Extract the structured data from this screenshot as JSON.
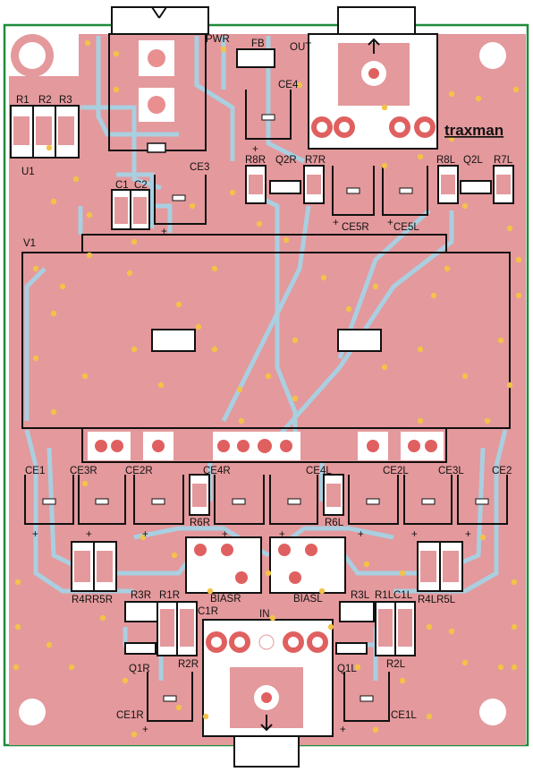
{
  "colors": {
    "board_outline": "#1e8c3a",
    "copper": "#e4999c",
    "trace": "#a9cfe0",
    "hole_ring": "#f7f7f7",
    "hole_red": "#e06060",
    "via": "#f2c24a",
    "silk": "#111111",
    "pad": "#ffffff"
  },
  "labels": {
    "pwr": "PWR",
    "fb": "FB",
    "out": "OUT",
    "ce4": "CE4",
    "r1": "R1",
    "r2": "R2",
    "r3": "R3",
    "u1": "U1",
    "c1": "C1",
    "c2": "C2",
    "ce3": "CE3",
    "r8r": "R8R",
    "q2r": "Q2R",
    "r7r": "R7R",
    "r8l": "R8L",
    "q2l": "Q2L",
    "r7l": "R7L",
    "ce5r": "CE5R",
    "ce5l": "CE5L",
    "v1": "V1",
    "ce1": "CE1",
    "ce3r": "CE3R",
    "ce2r": "CE2R",
    "ce4r": "CE4R",
    "ce4l": "CE4L",
    "ce2l": "CE2L",
    "ce3l": "CE3L",
    "ce2": "CE2",
    "r6r": "R6R",
    "r6l": "R6L",
    "r4r5r": "R4RR5R",
    "r4l5l": "R4LR5L",
    "biasr": "BIASR",
    "biasl": "BIASL",
    "r3r": "R3R",
    "r1r": "R1R",
    "c1r": "C1R",
    "r3l": "R3L",
    "r1l": "R1L",
    "c1l": "C1L",
    "in": "IN",
    "q1r": "Q1R",
    "r2r": "R2R",
    "ce1r": "CE1R",
    "q1l": "Q1L",
    "r2l": "R2L",
    "ce1l": "CE1L",
    "logo": "traxman"
  }
}
